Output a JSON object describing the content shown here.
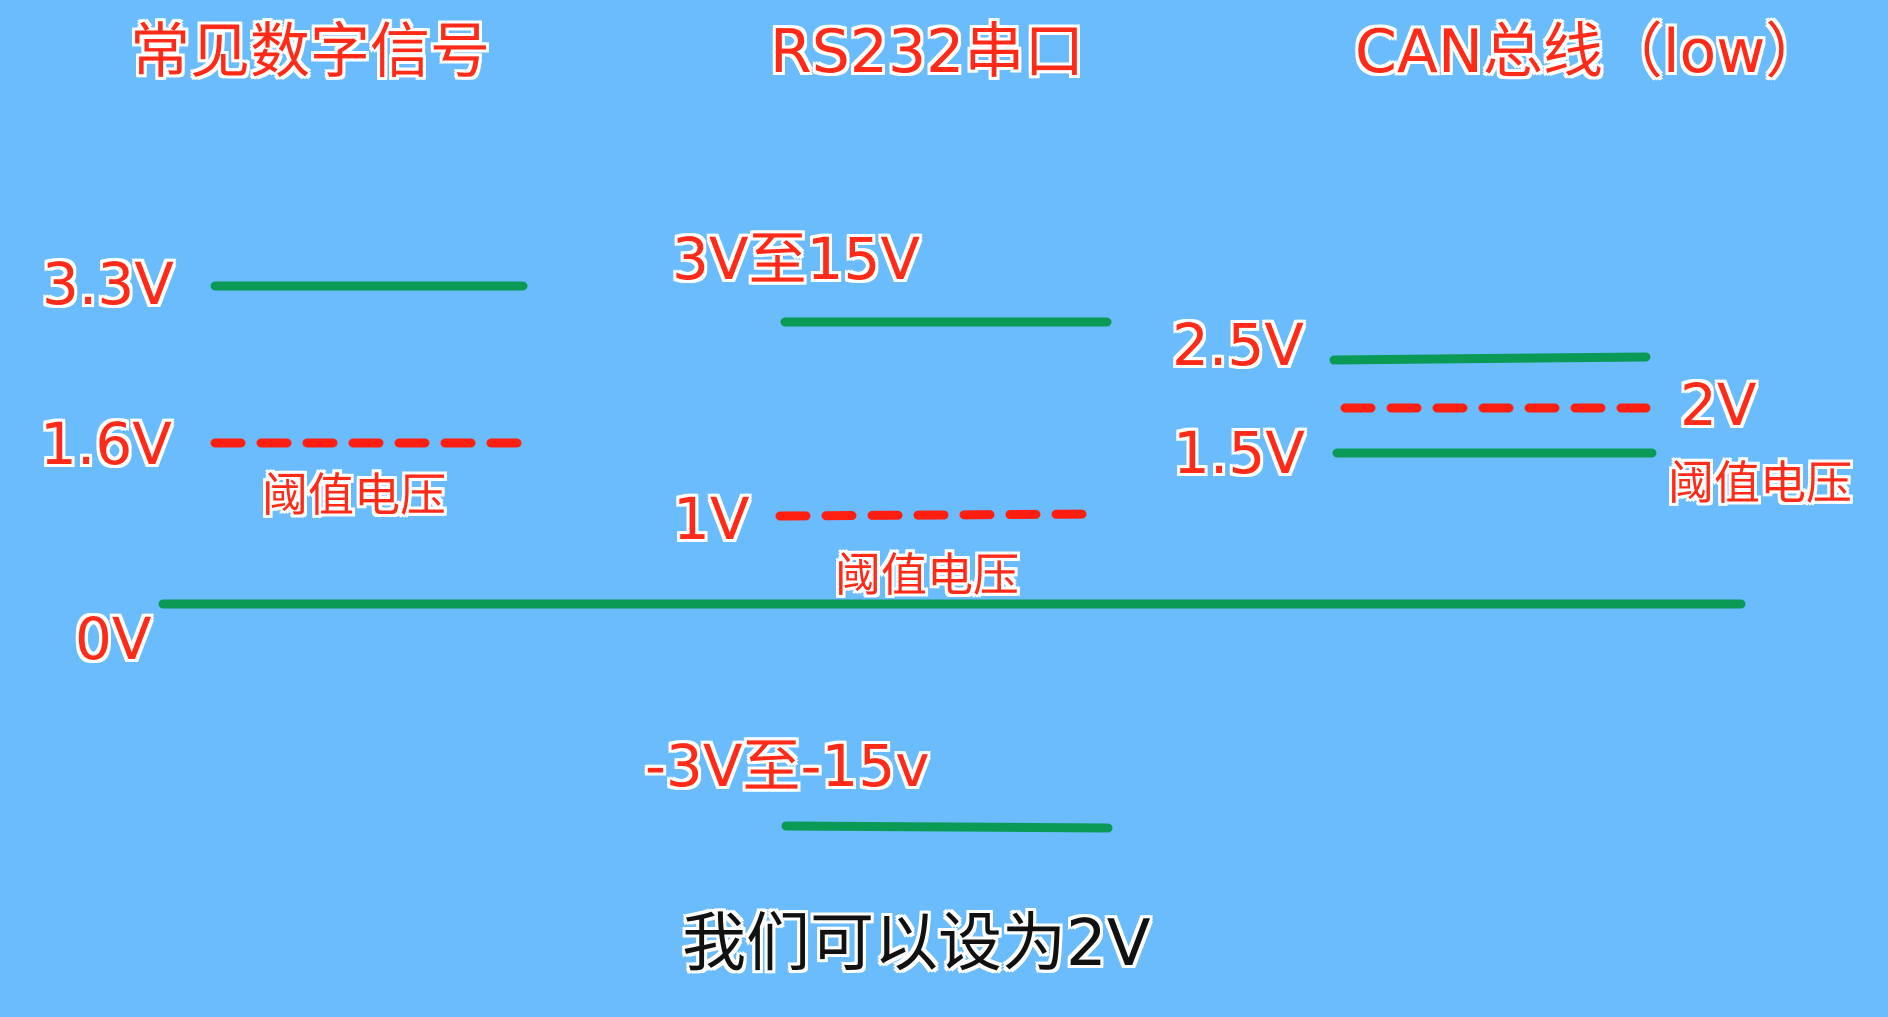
{
  "colors": {
    "background": "#6abcfd",
    "label_red": "#ff2a18",
    "level_green": "#0a9a55",
    "threshold_red": "#ff1e10",
    "outline": "#ffffff"
  },
  "titles": {
    "digital": "常见数字信号",
    "rs232": "RS232串口",
    "can": "CAN总线（low）"
  },
  "digital": {
    "high": "3.3V",
    "threshold": "1.6V",
    "threshold_caption": "阈值电压",
    "zero": "0V"
  },
  "rs232": {
    "high": "3V至15V",
    "threshold": "1V",
    "threshold_caption": "阈值电压",
    "low": "-3V至-15v"
  },
  "can": {
    "high": "2.5V",
    "threshold": "2V",
    "low": "1.5V",
    "threshold_caption": "阈值电压"
  },
  "subtitle": "我们可以设为2V"
}
